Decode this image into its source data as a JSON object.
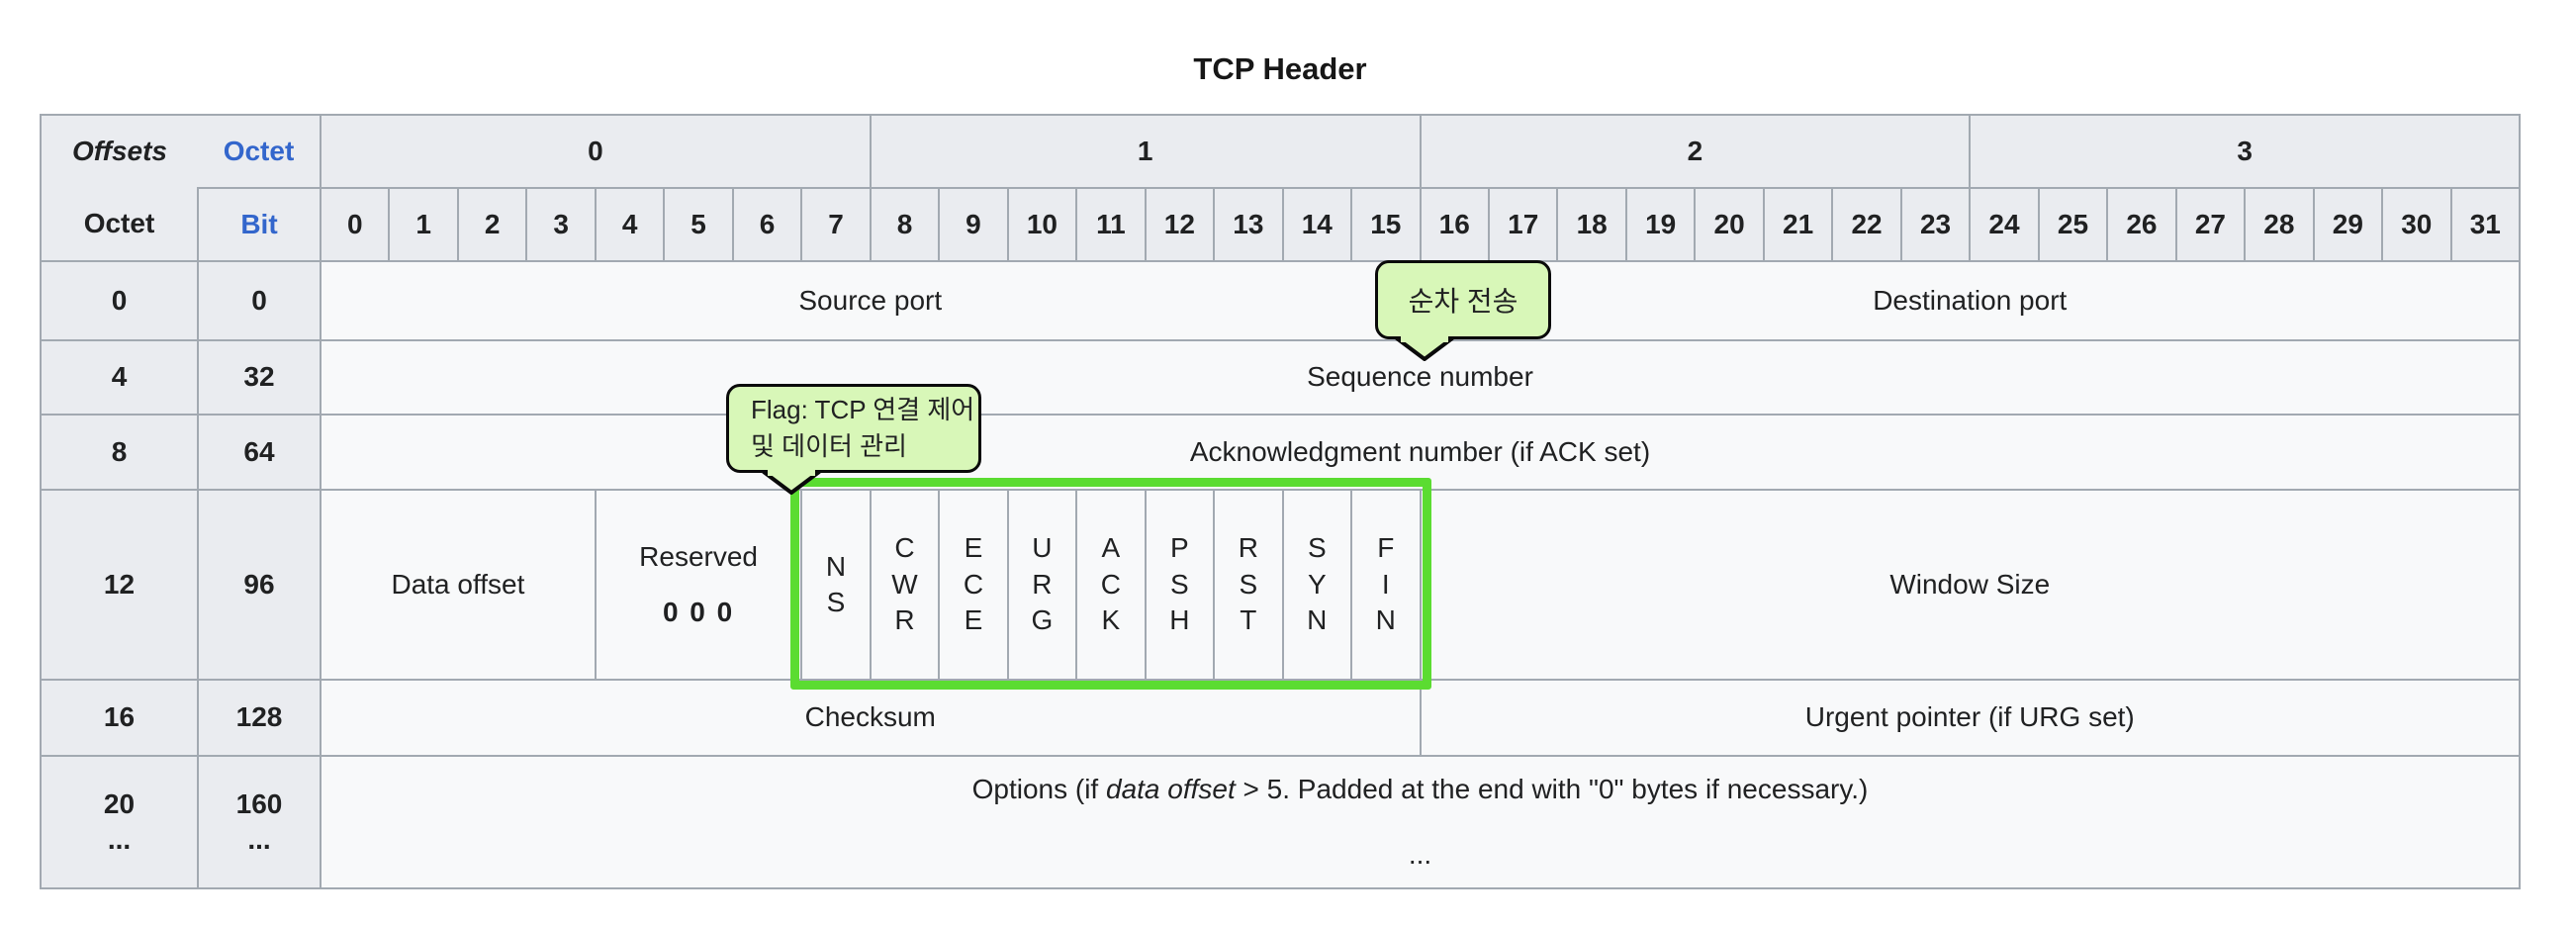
{
  "title": "TCP Header",
  "legend": {
    "offsets": "Offsets",
    "octet_link": "Octet",
    "octet": "Octet",
    "bit_link": "Bit"
  },
  "octet_groups": [
    "0",
    "1",
    "2",
    "3"
  ],
  "bits": [
    "0",
    "1",
    "2",
    "3",
    "4",
    "5",
    "6",
    "7",
    "8",
    "9",
    "10",
    "11",
    "12",
    "13",
    "14",
    "15",
    "16",
    "17",
    "18",
    "19",
    "20",
    "21",
    "22",
    "23",
    "24",
    "25",
    "26",
    "27",
    "28",
    "29",
    "30",
    "31"
  ],
  "rows": {
    "r0": {
      "offset": "0",
      "bit": "0",
      "source_port": "Source port",
      "destination_port": "Destination port"
    },
    "r4": {
      "offset": "4",
      "bit": "32",
      "label": "Sequence number"
    },
    "r8": {
      "offset": "8",
      "bit": "64",
      "label": "Acknowledgment number (if ACK set)"
    },
    "r12": {
      "offset": "12",
      "bit": "96",
      "data_offset": "Data offset",
      "reserved": "Reserved",
      "reserved_bits": "0 0 0",
      "window_size": "Window Size"
    },
    "r16": {
      "offset": "16",
      "bit": "128",
      "checksum": "Checksum",
      "urgent_pointer": "Urgent pointer (if URG set)"
    },
    "r20": {
      "offset": "20\n...",
      "bit": "160\n...",
      "options_prefix": "Options (if ",
      "options_italic": "data offset",
      "options_suffix": " > 5. Padded at the end with \"0\" bytes if necessary.)",
      "ellipsis": "..."
    }
  },
  "flags": [
    {
      "name": "NS",
      "letters": "N\nS"
    },
    {
      "name": "CWR",
      "letters": "C\nW\nR"
    },
    {
      "name": "ECE",
      "letters": "E\nC\nE"
    },
    {
      "name": "URG",
      "letters": "U\nR\nG"
    },
    {
      "name": "ACK",
      "letters": "A\nC\nK"
    },
    {
      "name": "PSH",
      "letters": "P\nS\nH"
    },
    {
      "name": "RST",
      "letters": "R\nS\nT"
    },
    {
      "name": "SYN",
      "letters": "S\nY\nN"
    },
    {
      "name": "FIN",
      "letters": "F\nI\nN"
    }
  ],
  "tooltips": {
    "sequence": {
      "text": "순차 전송"
    },
    "flags": {
      "line1": "Flag: TCP 연결 제어",
      "line2": "및 데이터 관리"
    }
  },
  "colors": {
    "header_bg": "#eaecf0",
    "cell_bg": "#f8f9fa",
    "border": "#a2a9b1",
    "link_blue": "#3366cc",
    "options_pink": "#fcd1d1",
    "tooltip_green_fill": "#d8f7b8",
    "tooltip_border": "#0a0a0a",
    "flag_highlight_green": "#5bdc31",
    "text": "#202122"
  }
}
